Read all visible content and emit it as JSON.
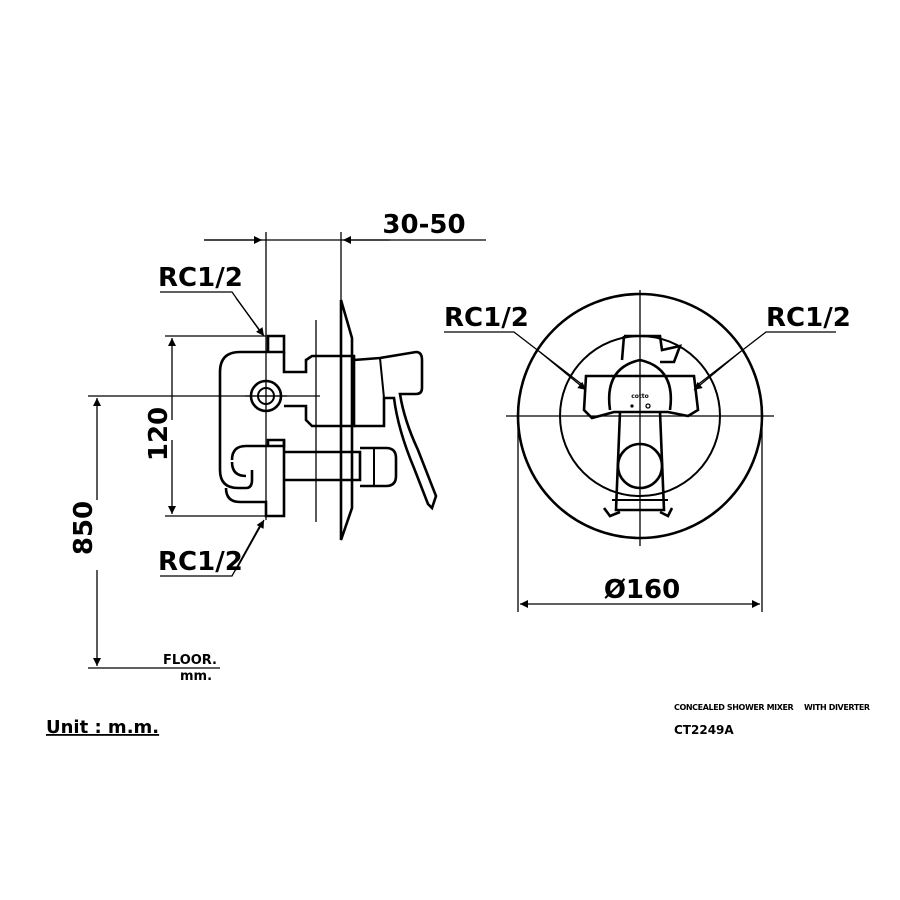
{
  "colors": {
    "line": "#000000",
    "background": "#ffffff"
  },
  "dimensions": {
    "wall_depth": "30-50",
    "height_inlets": "120",
    "height_floor": "850",
    "diameter": "Ø160"
  },
  "labels": {
    "rc_top_side": "RC1/2",
    "rc_bottom_side": "RC1/2",
    "rc_front_left": "RC1/2",
    "rc_front_right": "RC1/2",
    "floor": "FLOOR.",
    "floor_unit": "mm.",
    "unit": "Unit : m.m.",
    "brand_mark": "cotto"
  },
  "title_block": {
    "product": "CONCEALED SHOWER MIXER",
    "variant": "WITH DIVERTER",
    "model": "CT2249A"
  }
}
